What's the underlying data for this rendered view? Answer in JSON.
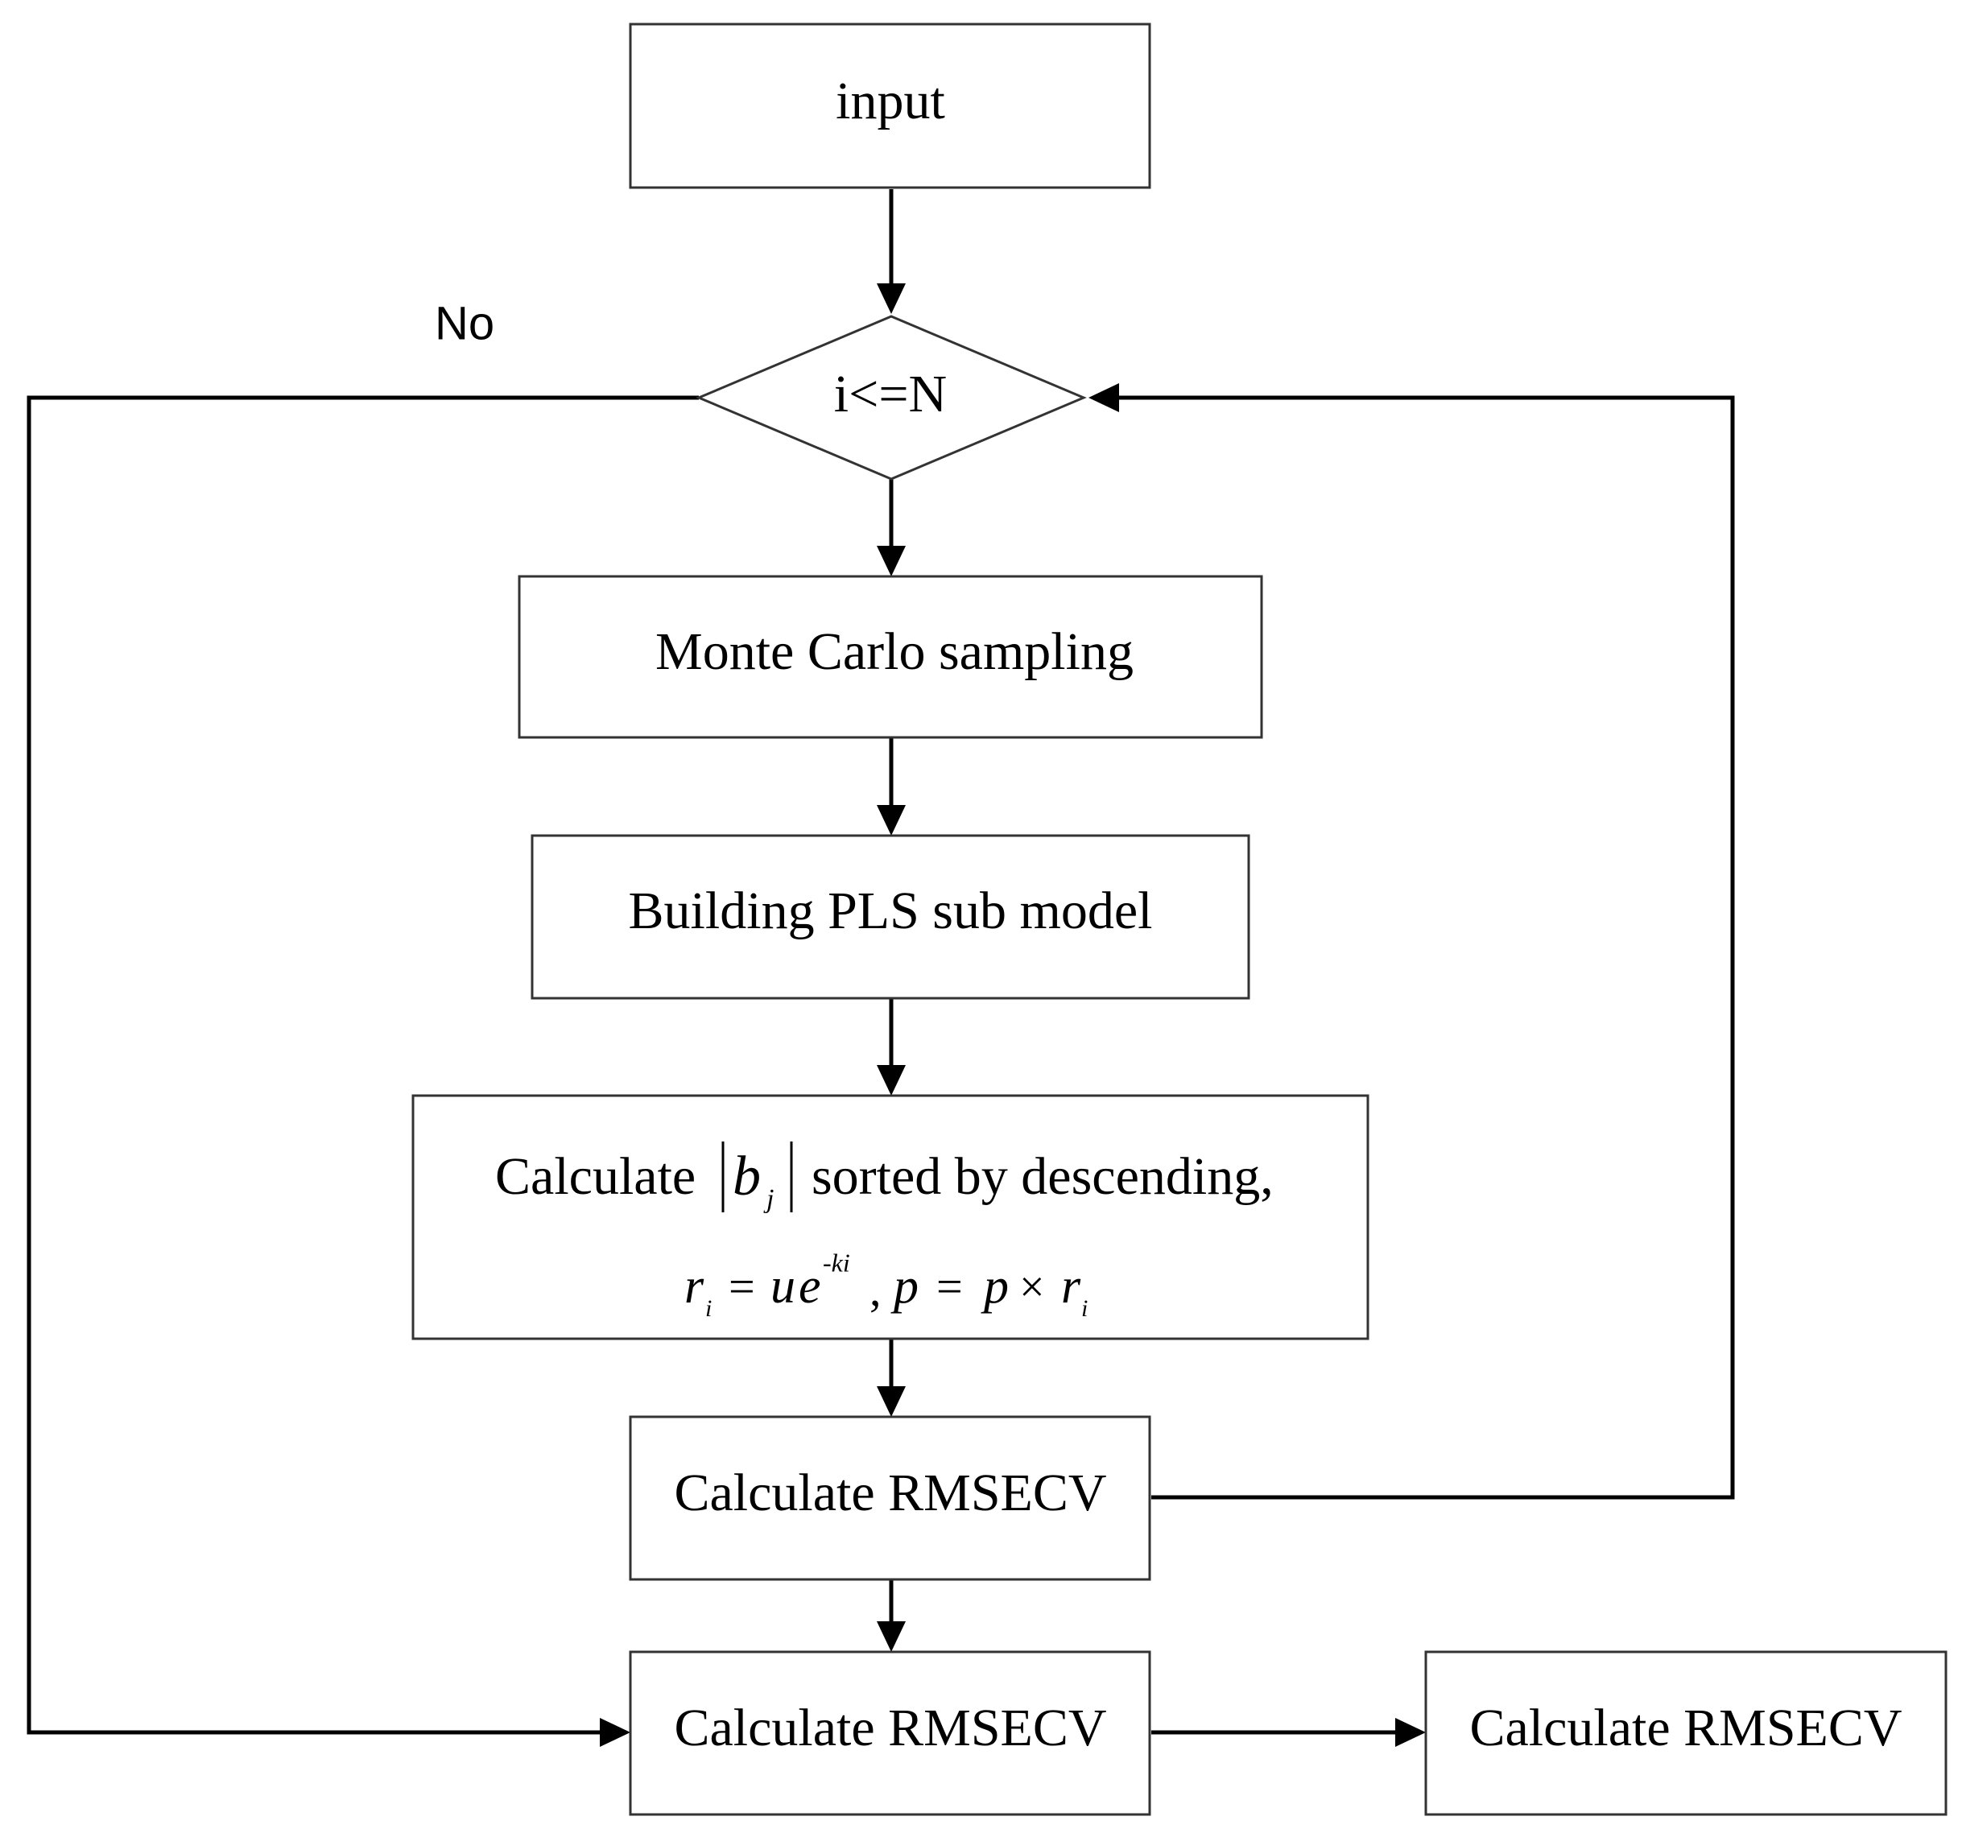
{
  "nodes": {
    "input": "input",
    "decision": "i<=N",
    "monte_carlo": "Monte Carlo sampling",
    "build_pls": "Building PLS sub model",
    "calculate": {
      "prefix": "Calculate",
      "abs_symbol": "b",
      "abs_subscript": "j",
      "suffix": "sorted by descending,",
      "formula": {
        "r": "r",
        "i": "i",
        "eq": "=",
        "u": "u",
        "e": "e",
        "exp": "-ki",
        "comma": ",",
        "p": "p",
        "times": "×"
      }
    },
    "rmsecv_loop": "Calculate RMSECV",
    "rmsecv_final": "Calculate RMSECV",
    "rmsecv_output": "Calculate RMSECV"
  },
  "edge_labels": {
    "no": "No"
  },
  "colors": {
    "line": "#000000",
    "box_border": "#333333",
    "background": "#ffffff"
  }
}
